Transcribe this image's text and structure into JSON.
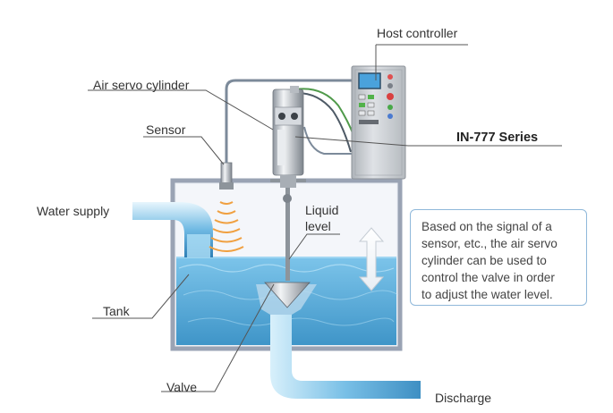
{
  "labels": {
    "host_controller": "Host controller",
    "air_servo_cylinder": "Air servo cylinder",
    "sensor": "Sensor",
    "series": "IN-777 Series",
    "water_supply": "Water supply",
    "liquid_level_line1": "Liquid",
    "liquid_level_line2": "level",
    "tank": "Tank",
    "valve": "Valve",
    "discharge": "Discharge"
  },
  "note": {
    "lines": [
      "Based on the signal of a",
      "sensor, etc., the air servo",
      "cylinder can be used to",
      "control the valve in order",
      "to adjust the water level."
    ]
  },
  "colors": {
    "water": "#4fa6d6",
    "tank_frame": "#9aa3b4",
    "callout_border": "#8fb8da",
    "sensor_waves": "#f0a040",
    "controller_body": "#c9cdd2"
  },
  "icons": [
    "controller-screen-icon",
    "level-arrow-icon",
    "sensor-wave-icon"
  ]
}
